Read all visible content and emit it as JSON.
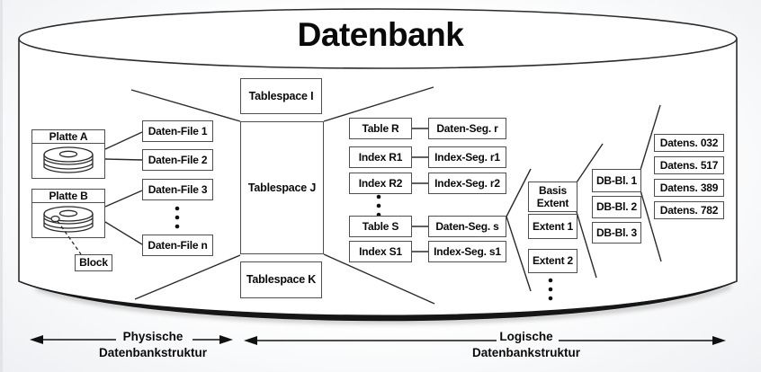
{
  "title": "Datenbank",
  "physical": {
    "disks": [
      {
        "label": "Platte A"
      },
      {
        "label": "Platte B"
      }
    ],
    "block_label": "Block",
    "data_files": [
      "Daten-File 1",
      "Daten-File 2",
      "Daten-File 3",
      "Daten-File n"
    ]
  },
  "tablespaces": [
    "Tablespace I",
    "Tablespace J",
    "Tablespace K"
  ],
  "schema_objects": [
    {
      "object": "Table R",
      "segment": "Daten-Seg. r"
    },
    {
      "object": "Index R1",
      "segment": "Index-Seg. r1"
    },
    {
      "object": "Index R2",
      "segment": "Index-Seg. r2"
    },
    {
      "object": "Table S",
      "segment": "Daten-Seg. s"
    },
    {
      "object": "Index S1",
      "segment": "Index-Seg. s1"
    }
  ],
  "extents": [
    "Basis Extent",
    "Extent 1",
    "Extent 2"
  ],
  "db_blocks": [
    "DB-Bl. 1",
    "DB-Bl. 2",
    "DB-Bl. 3"
  ],
  "records": [
    "Datens. 032",
    "Datens. 517",
    "Datens. 389",
    "Datens. 782"
  ],
  "legend": {
    "physical": {
      "line1": "Physische",
      "line2": "Datenbankstruktur"
    },
    "logical": {
      "line1": "Logische",
      "line2": "Datenbankstruktur"
    }
  },
  "colors": {
    "line": "#2b2b2b",
    "box_border": "#4f4f4f",
    "background": "#f0f1f4",
    "cylinder_fill": "#ffffff"
  }
}
